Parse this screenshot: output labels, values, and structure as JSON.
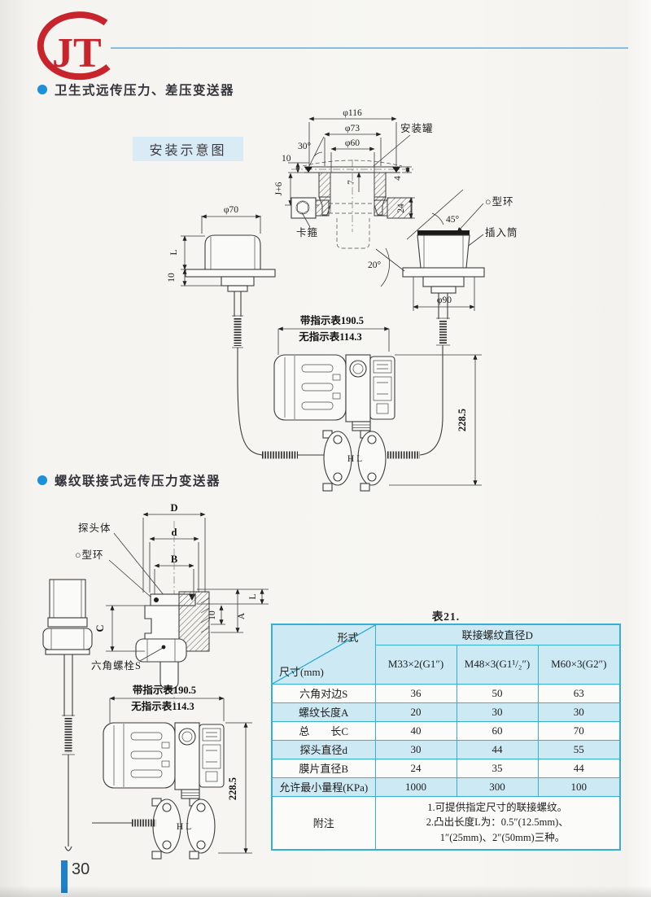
{
  "page": {
    "number": "30"
  },
  "logo": {
    "text": "JT"
  },
  "colors": {
    "accent_blue": "#1e90d8",
    "table_border": "#35b0d4",
    "table_header_bg": "#cde9f4",
    "logo_red": "#c8242b",
    "badge_bg": "#d9ecf6"
  },
  "sections": [
    {
      "heading": "卫生式远传压力、差压变送器"
    },
    {
      "heading": "螺纹联接式远传压力变送器"
    }
  ],
  "badge": {
    "label": "安装示意图"
  },
  "d1": {
    "d116": "φ116",
    "d73": "φ73",
    "d60": "φ60",
    "a30": "30°",
    "t10": "10",
    "j6": "J+6",
    "n7": "7",
    "n4": "4",
    "n24": "24",
    "tank": "安装罐",
    "clamp": "卡箍",
    "d70": "φ70",
    "L": "L",
    "p10": "10",
    "oring": "○型环",
    "tube": "插入筒",
    "a45": "45°",
    "a20": "20°",
    "d90": "φ90"
  },
  "tx": {
    "with_gauge": "带指示表190.5",
    "without_gauge": "无指示表114.3",
    "height": "228.5",
    "hl": "H L"
  },
  "d2": {
    "D": "D",
    "d": "d",
    "B": "B",
    "L": "L",
    "t10": "10",
    "A": "A",
    "C": "C",
    "probe_body": "探头体",
    "oring": "○型环",
    "hex_bolt": "六角螺栓S"
  },
  "table": {
    "title": "表21.",
    "corner": {
      "top": "形式",
      "bottom": "尺寸(mm)"
    },
    "span_header": "联接螺纹直径D",
    "columns": [
      "M33×2(G1″)",
      "M48×3(G1¹/₂″)",
      "M60×3(G2″)"
    ],
    "rows": [
      {
        "label": "六角对边S",
        "values": [
          "36",
          "50",
          "63"
        ]
      },
      {
        "label": "螺纹长度A",
        "values": [
          "20",
          "30",
          "30"
        ]
      },
      {
        "label": "总　　长C",
        "values": [
          "40",
          "60",
          "70"
        ]
      },
      {
        "label": "探头直径d",
        "values": [
          "30",
          "44",
          "55"
        ]
      },
      {
        "label": "膜片直径B",
        "values": [
          "24",
          "35",
          "44"
        ]
      },
      {
        "label": "允许最小量程(KPa)",
        "values": [
          "1000",
          "300",
          "100"
        ]
      }
    ],
    "notes": {
      "label": "附注",
      "lines": [
        "1.可提供指定尺寸的联接螺纹。",
        "2.凸出长度L为：0.5″(12.5mm)、",
        "　1″(25mm)、2″(50mm)三种。"
      ]
    }
  }
}
